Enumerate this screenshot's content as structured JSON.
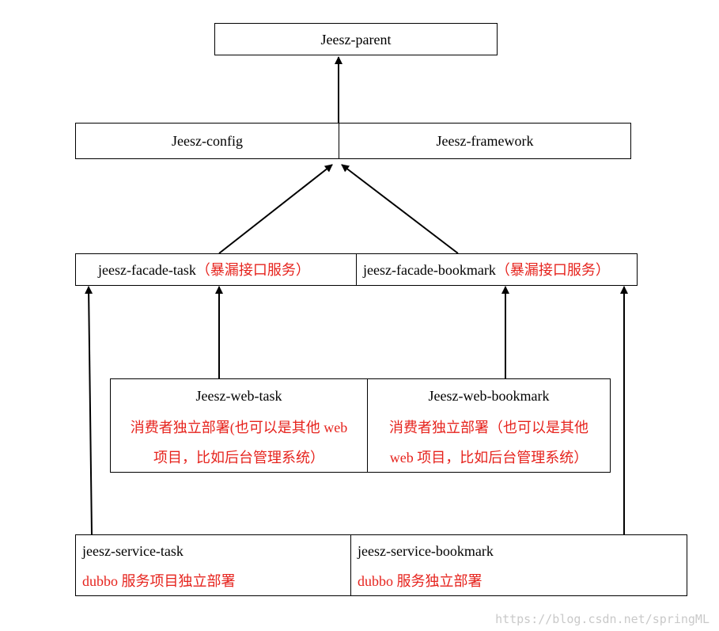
{
  "diagram": {
    "parent": {
      "label": "Jeesz-parent"
    },
    "config": {
      "label": "Jeesz-config"
    },
    "framework": {
      "label": "Jeesz-framework"
    },
    "facade_task": {
      "name": "jeesz-facade-task",
      "note": "（暴漏接口服务）"
    },
    "facade_bookmark": {
      "name": "jeesz-facade-bookmark",
      "note": "（暴漏接口服务）"
    },
    "web_task": {
      "title": "Jeesz-web-task",
      "note_line1": "消费者独立部署(也可以是其他 web",
      "note_line2": "项目，比如后台管理系统）"
    },
    "web_bookmark": {
      "title": "Jeesz-web-bookmark",
      "note_line1": "消费者独立部署（也可以是其他",
      "note_line2": "web 项目，比如后台管理系统）"
    },
    "service_task": {
      "title": "jeesz-service-task",
      "note": "dubbo 服务项目独立部署"
    },
    "service_bookmark": {
      "title": "jeesz-service-bookmark",
      "note": "dubbo 服务独立部署"
    }
  },
  "watermark": "https://blog.csdn.net/springML",
  "colors": {
    "note": "#e6231d",
    "line": "#000000"
  }
}
